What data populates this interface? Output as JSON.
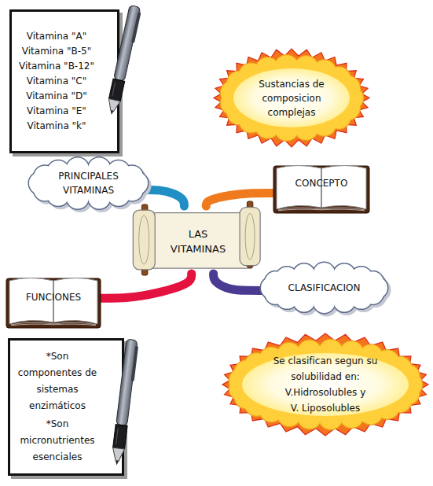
{
  "diagram": {
    "nodes": [
      {
        "text": [
          "Vitamina \"A\"",
          "Vitamina \"B-5\"",
          "Vitamina \"B-12\"",
          "Vitamina \"C\"",
          "Vitamina \"D\"",
          "Vitamina \"E\"",
          "Vitamina \"k\""
        ]
      },
      {
        "text": [
          "PRINCIPALES VITAMINAS"
        ]
      },
      {
        "text": [
          "Sustancias de composicion complejas"
        ]
      },
      {
        "text": [
          "CONCEPTO"
        ]
      },
      {
        "text": [
          "LAS VITAMINAS"
        ]
      },
      {
        "text": [
          "FUNCIONES"
        ]
      },
      {
        "text": [
          "CLASIFICACION"
        ]
      },
      {
        "text": [
          "*Son componentes de sistemas enzimáticos",
          "*Son micronutrientes esenciales"
        ]
      },
      {
        "text": [
          "Se clasifican segun su solubilidad en:",
          "V.Hidrosolubles y",
          "V. Liposolubles"
        ]
      }
    ],
    "edges": [
      {
        "from": 4,
        "to": 1,
        "arrow": "none"
      },
      {
        "from": 4,
        "to": 3,
        "arrow": "none"
      },
      {
        "from": 4,
        "to": 5,
        "arrow": "none"
      },
      {
        "from": 4,
        "to": 6,
        "arrow": "none"
      }
    ]
  }
}
